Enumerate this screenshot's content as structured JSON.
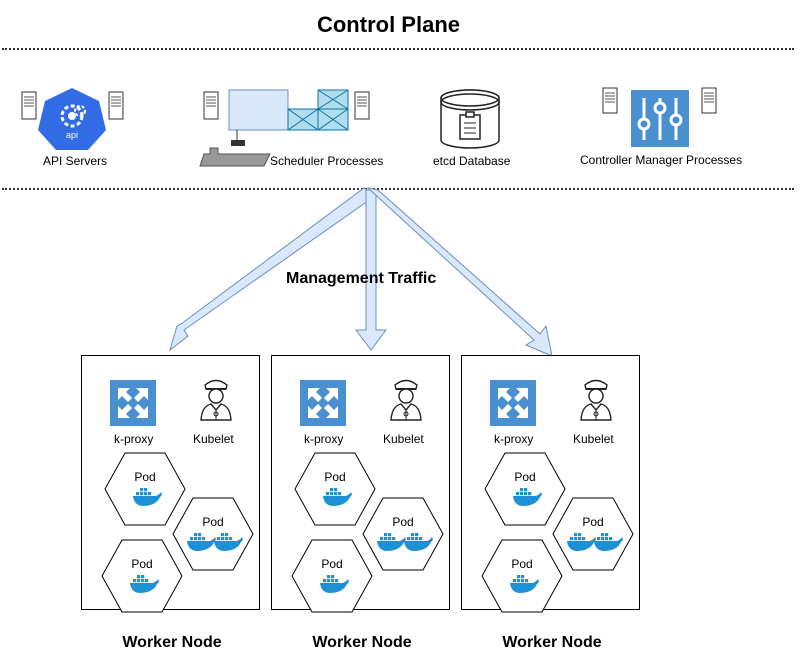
{
  "control_plane": {
    "title": "Control Plane",
    "components": [
      {
        "label": "API Servers",
        "icon": "kubernetes-api-icon"
      },
      {
        "label": "Scheduler Processes",
        "icon": "ship-container-icon"
      },
      {
        "label": "etcd Database",
        "icon": "database-icon"
      },
      {
        "label": "Controller Manager Processes",
        "icon": "sliders-icon"
      }
    ],
    "api_badge": "api"
  },
  "traffic": {
    "label": "Management Traffic"
  },
  "worker_nodes": [
    {
      "title": "Worker Node",
      "kproxy": "k-proxy",
      "kubelet": "Kubelet",
      "pods": [
        "Pod",
        "Pod",
        "Pod"
      ]
    },
    {
      "title": "Worker Node",
      "kproxy": "k-proxy",
      "kubelet": "Kubelet",
      "pods": [
        "Pod",
        "Pod",
        "Pod"
      ]
    },
    {
      "title": "Worker Node",
      "kproxy": "k-proxy",
      "kubelet": "Kubelet",
      "pods": [
        "Pod",
        "Pod",
        "Pod"
      ]
    }
  ],
  "colors": {
    "accent_blue": "#4a90d0",
    "k8s_blue": "#326ce5",
    "arrow_fill": "#dae8fc",
    "arrow_stroke": "#6c8ebf",
    "docker_blue": "#1d91d6"
  }
}
